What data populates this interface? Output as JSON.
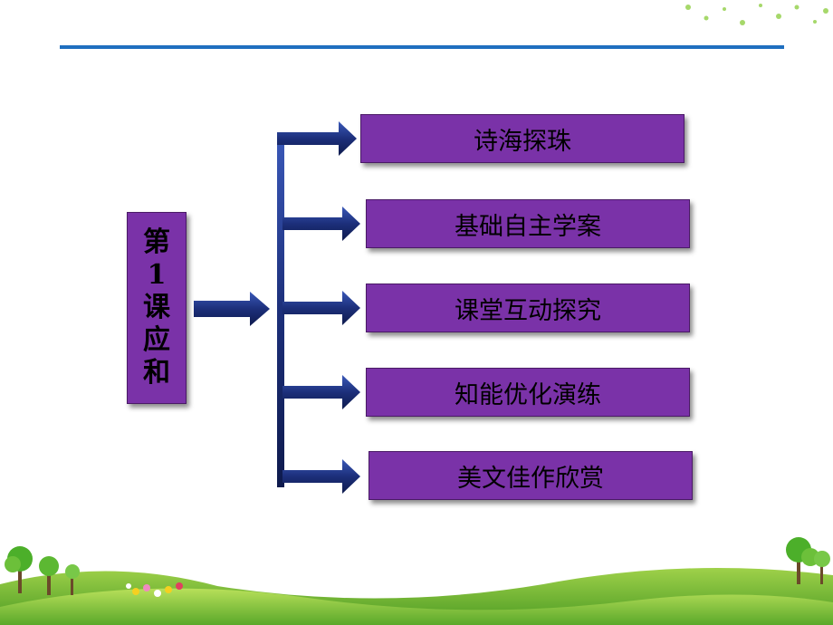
{
  "header_rule_color": "#1f6fbf",
  "lesson": {
    "title_chars": [
      "第",
      "1",
      "课",
      "应",
      "和"
    ]
  },
  "items": [
    {
      "label": "诗海探珠"
    },
    {
      "label": "基础自主学案"
    },
    {
      "label": "课堂互动探究"
    },
    {
      "label": "知能优化演练"
    },
    {
      "label": "美文佳作欣赏"
    }
  ],
  "colors": {
    "box_fill": "#7a32a8",
    "arrow": "#1c2f7a",
    "hill": "#9ed24a",
    "sky": "#ffffff"
  }
}
